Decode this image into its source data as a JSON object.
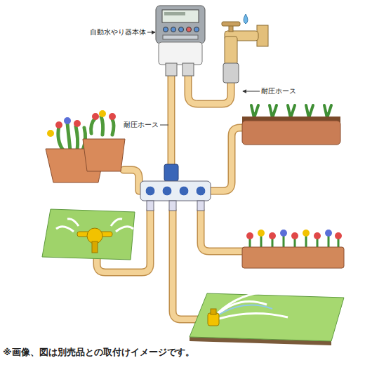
{
  "diagram": {
    "caption": "※画像、図は別売品との取付けイメージです。",
    "labels": [
      "自動水やり器本体",
      "耐圧ホース",
      "耐圧ホース"
    ]
  }
}
